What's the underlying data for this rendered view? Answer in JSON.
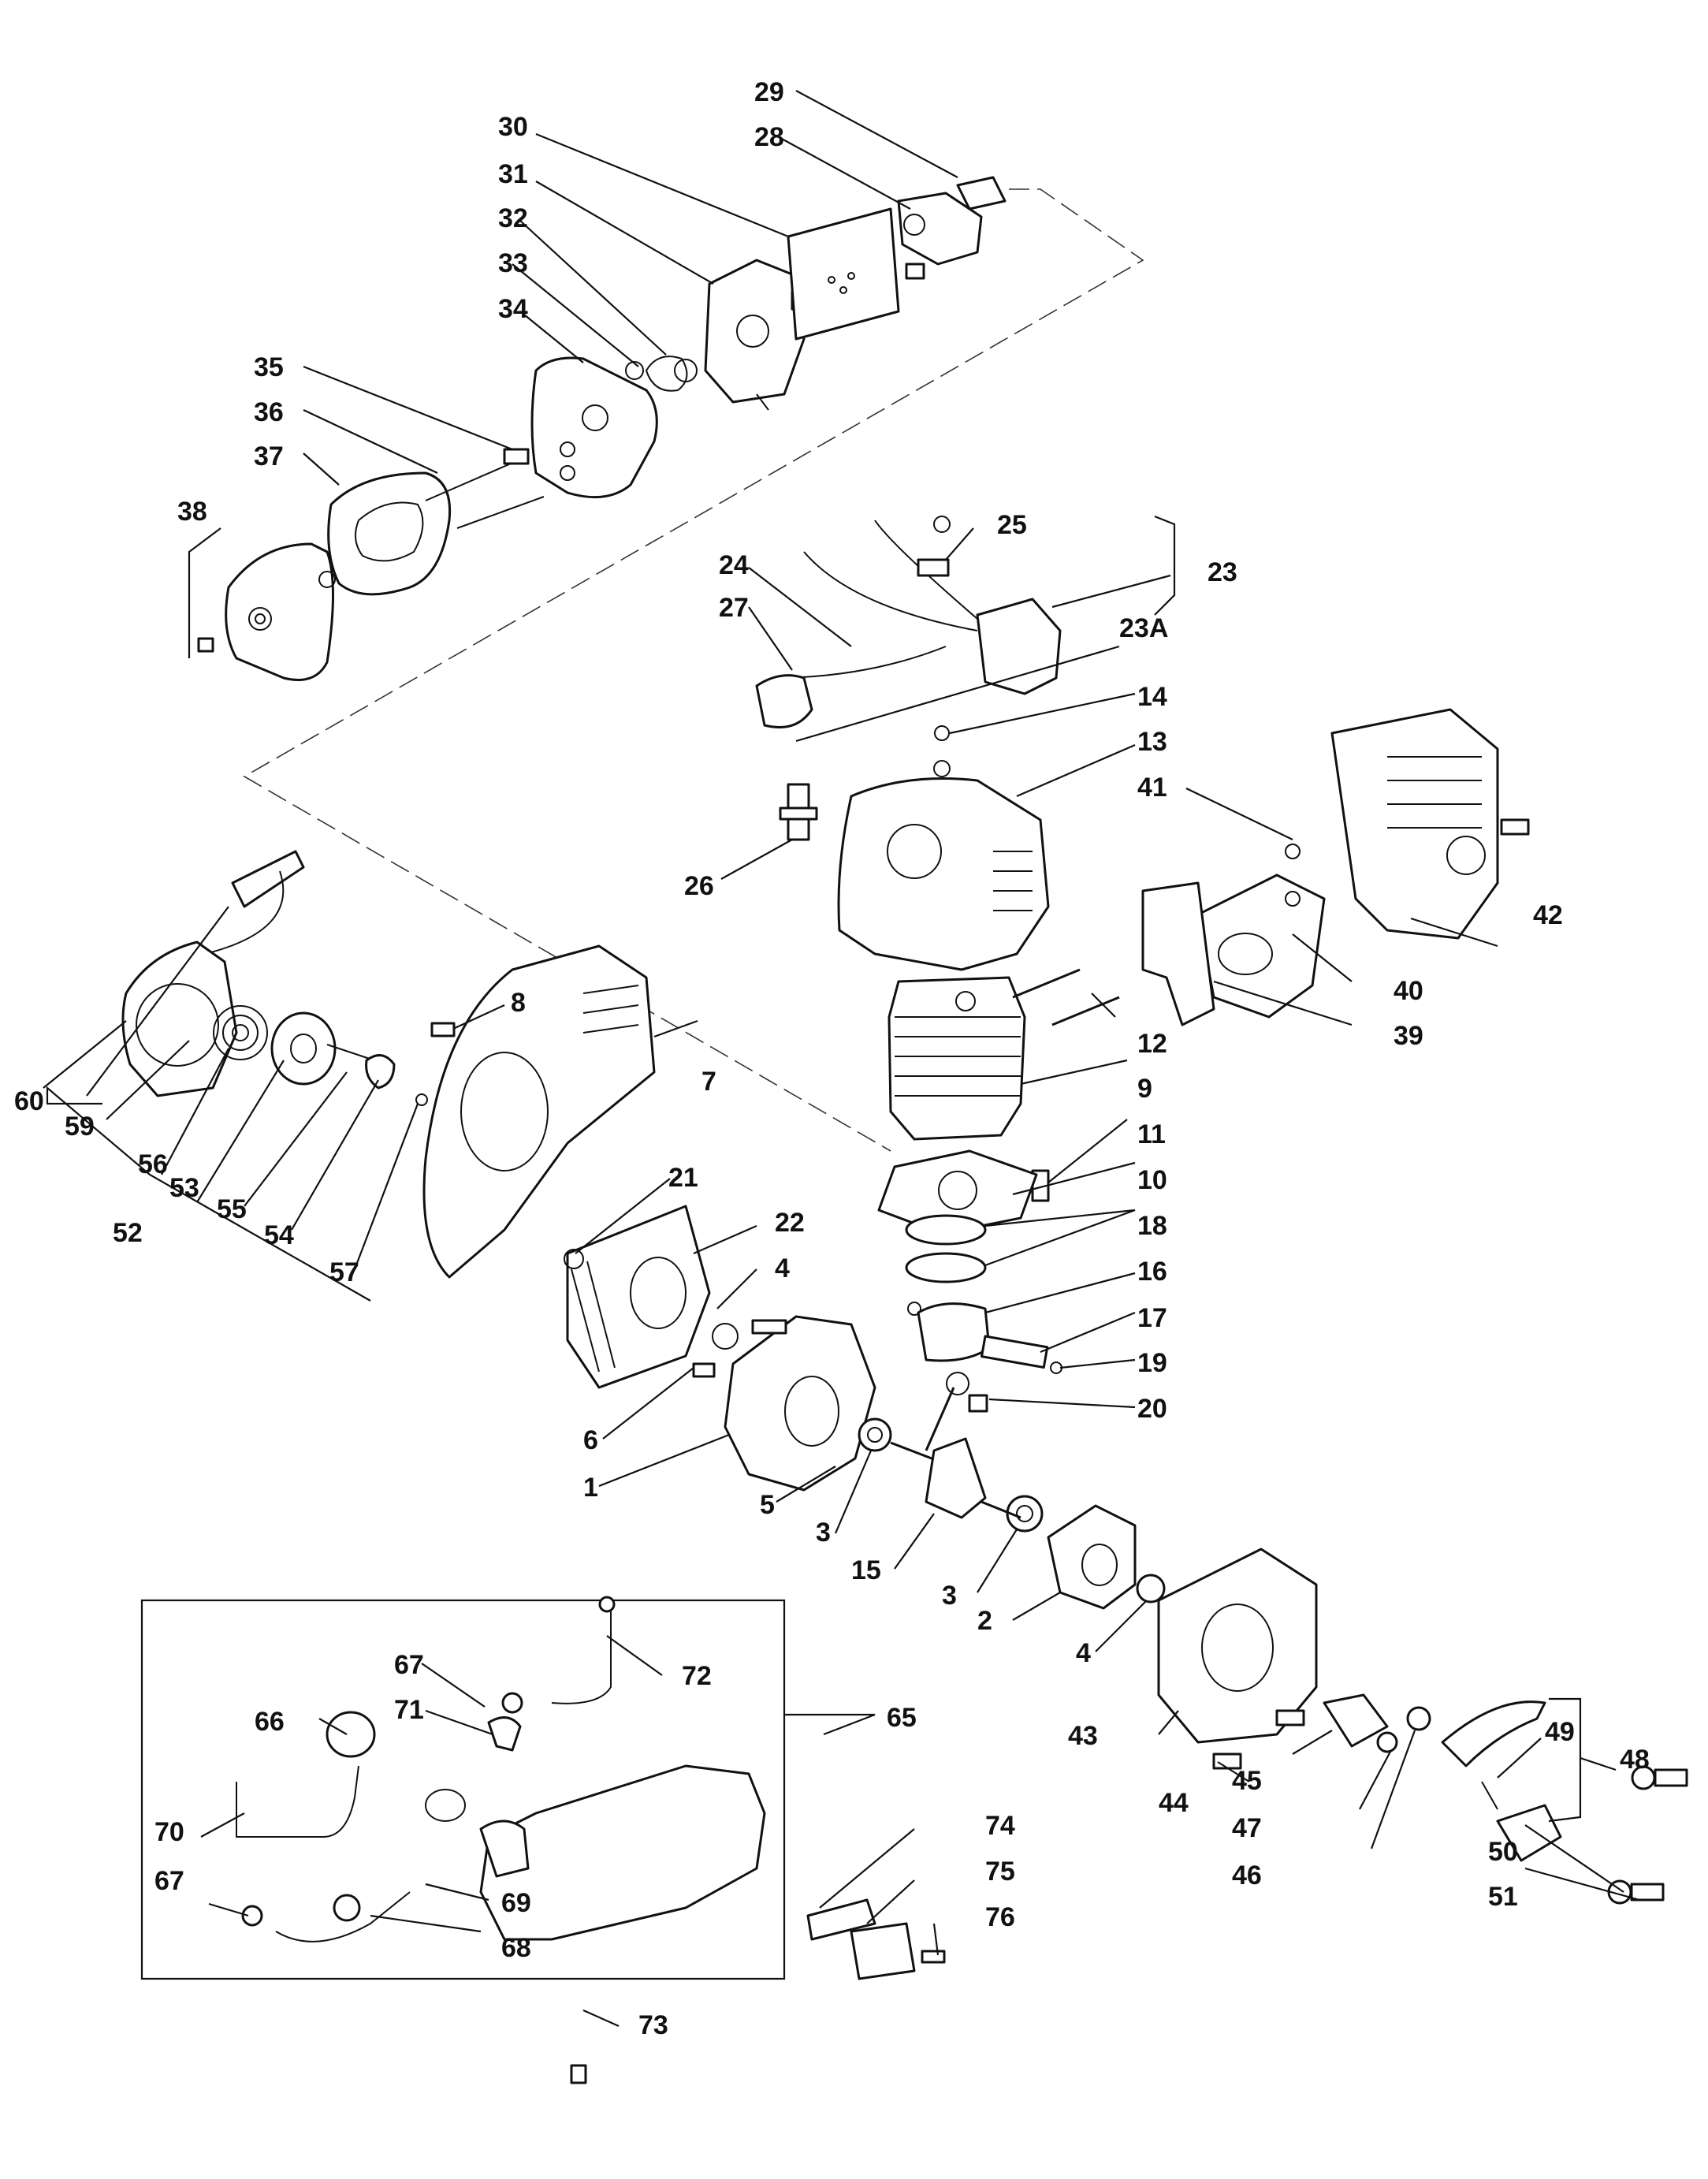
{
  "labels": {
    "l1": "1",
    "l2": "2",
    "l3a": "3",
    "l3b": "3",
    "l4a": "4",
    "l4b": "4",
    "l5": "5",
    "l6": "6",
    "l7": "7",
    "l8": "8",
    "l9": "9",
    "l10": "10",
    "l11": "11",
    "l12": "12",
    "l13": "13",
    "l14": "14",
    "l15": "15",
    "l16": "16",
    "l17": "17",
    "l18": "18",
    "l19": "19",
    "l20": "20",
    "l21": "21",
    "l22": "22",
    "l23": "23",
    "l23a": "23A",
    "l24": "24",
    "l25": "25",
    "l26": "26",
    "l27": "27",
    "l28": "28",
    "l29": "29",
    "l30": "30",
    "l31": "31",
    "l32": "32",
    "l33": "33",
    "l34": "34",
    "l35": "35",
    "l36": "36",
    "l37": "37",
    "l38": "38",
    "l39": "39",
    "l40": "40",
    "l41": "41",
    "l42": "42",
    "l43": "43",
    "l44": "44",
    "l45": "45",
    "l46": "46",
    "l47": "47",
    "l48": "48",
    "l49": "49",
    "l50": "50",
    "l51": "51",
    "l52": "52",
    "l53": "53",
    "l54": "54",
    "l55": "55",
    "l56": "56",
    "l57": "57",
    "l59": "59",
    "l60": "60",
    "l65": "65",
    "l66": "66",
    "l67a": "67",
    "l67b": "67",
    "l68": "68",
    "l69": "69",
    "l70": "70",
    "l71": "71",
    "l72": "72",
    "l73": "73",
    "l74": "74",
    "l75": "75",
    "l76": "76"
  }
}
